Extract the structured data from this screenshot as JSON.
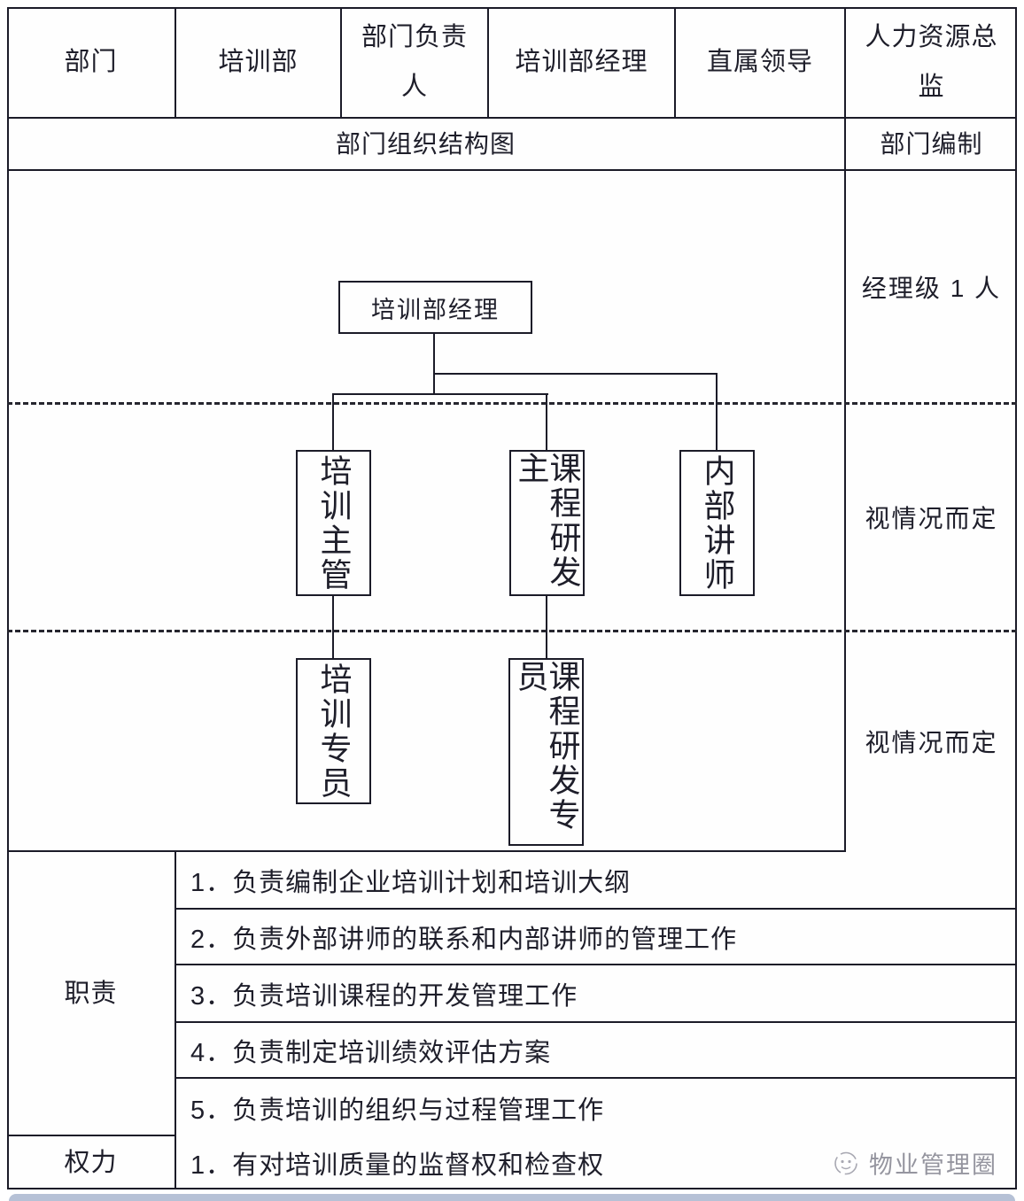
{
  "table": {
    "header_row": [
      "部门",
      "培训部",
      "部门负责人",
      "培训部经理",
      "直属领导",
      "人力资源总监"
    ],
    "section_row": {
      "left": "部门组织结构图",
      "right": "部门编制"
    }
  },
  "org_chart": {
    "manager_box": "培训部经理",
    "level2_boxes": [
      "培训主管",
      "课程研发主",
      "内部讲师"
    ],
    "level3_boxes": [
      "培训专员",
      "课程研发专员"
    ],
    "staffing_labels": [
      "经理级 1 人",
      "视情况而定",
      "视情况而定"
    ]
  },
  "duties": {
    "label": "职责",
    "items": [
      "1．负责编制企业培训计划和培训大纲",
      "2．负责外部讲师的联系和内部讲师的管理工作",
      "3．负责培训课程的开发管理工作",
      "4．负责制定培训绩效评估方案",
      "5．负责培训的组织与过程管理工作"
    ]
  },
  "authority": {
    "label": "权力",
    "items": [
      "1．有对培训质量的监督权和检查权"
    ]
  },
  "watermark": {
    "text": "物业管理圈"
  },
  "colors": {
    "border": "#1b1b28",
    "text": "#1e1e2a",
    "watermark_gray": "#95959f",
    "bottom_bar": "#b6c1d6"
  }
}
